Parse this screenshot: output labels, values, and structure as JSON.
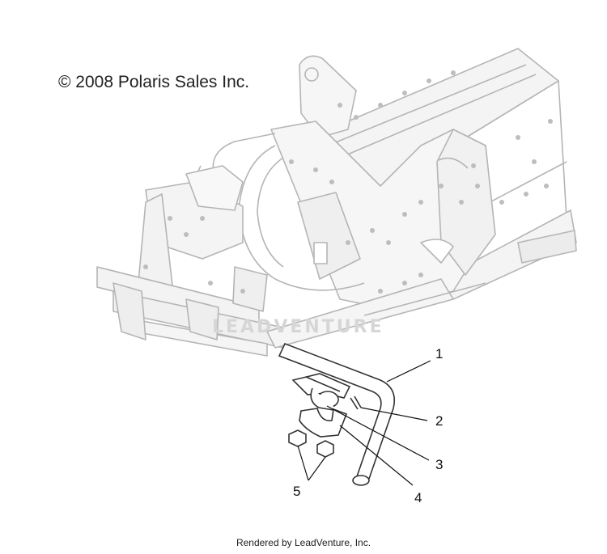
{
  "copyright": "© 2008 Polaris Sales Inc.",
  "watermark": "LEADVENTURE",
  "footer": "Rendered by LeadVenture, Inc.",
  "callouts": [
    {
      "label": "1"
    },
    {
      "label": "2"
    },
    {
      "label": "3"
    },
    {
      "label": "4"
    },
    {
      "label": "5"
    }
  ],
  "colors": {
    "frame": "#b5b5b5",
    "part": "#333333",
    "leader": "#111111"
  }
}
